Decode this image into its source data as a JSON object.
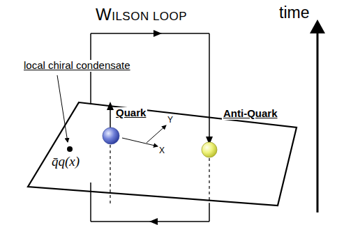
{
  "diagram": {
    "labels": [
      "WILSON LOOP",
      "time",
      "local chiral condensate",
      "Quark",
      "Anti-Quark",
      "q̄q(x)",
      "X",
      "Y"
    ]
  }
}
